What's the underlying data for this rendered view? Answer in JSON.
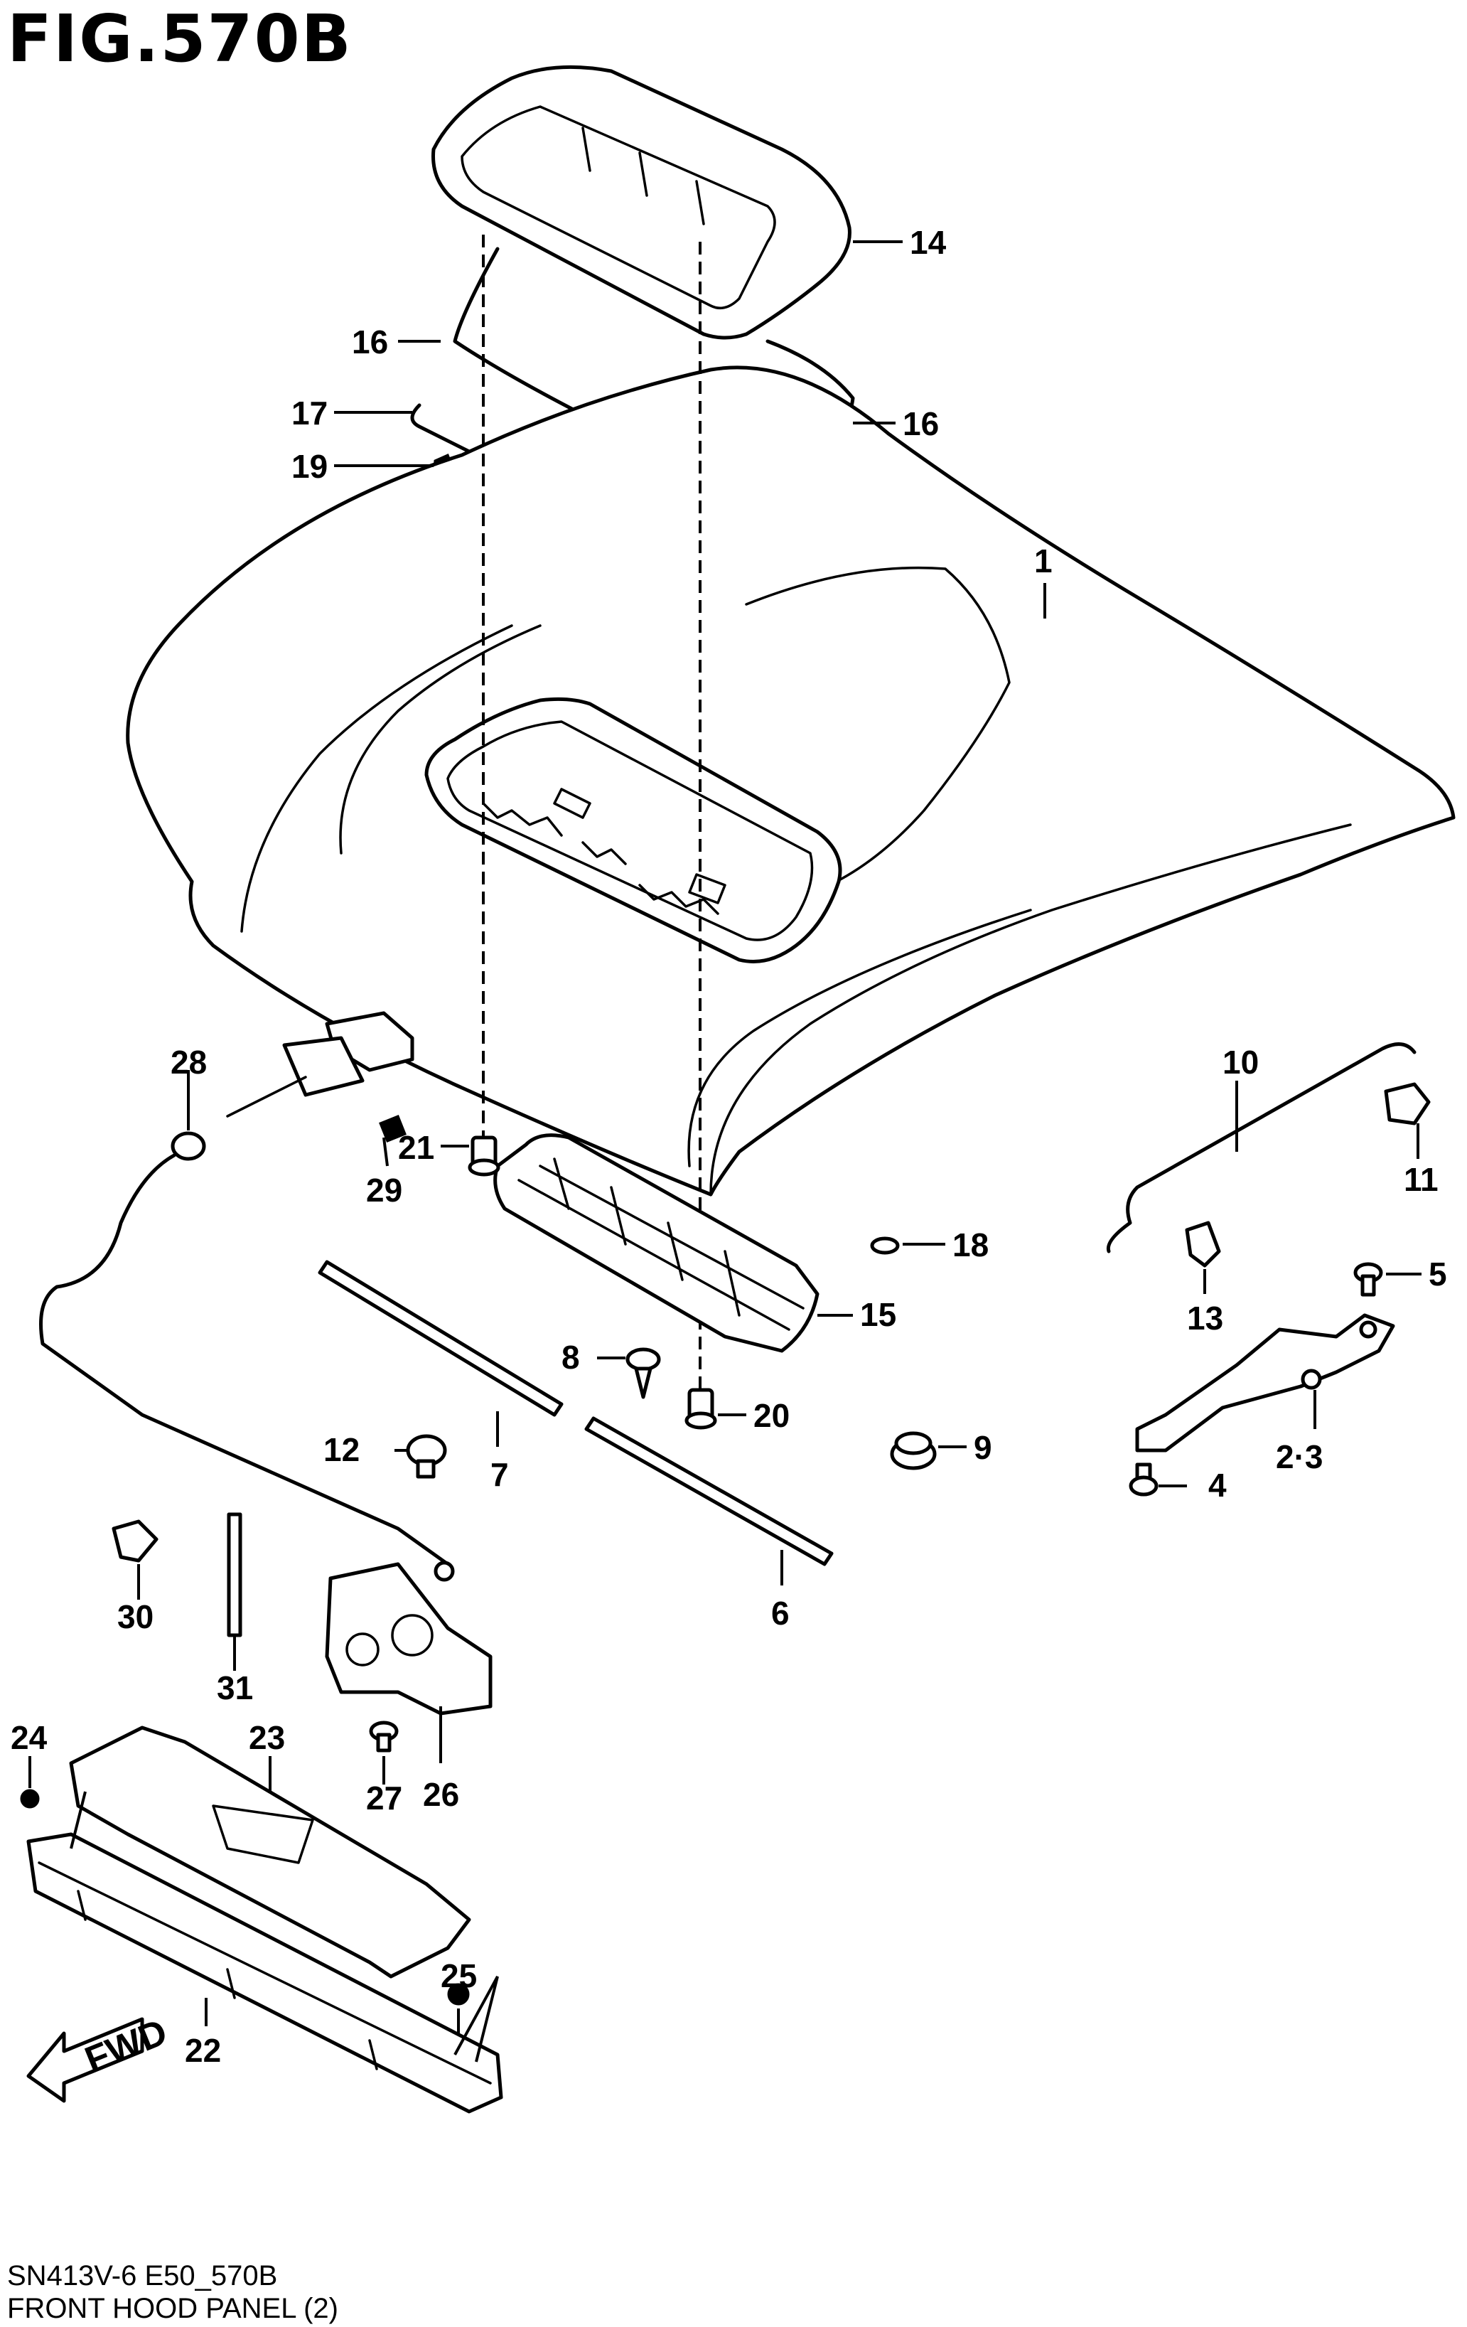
{
  "figure": {
    "title": "FIG.570B",
    "code": "SN413V-6 E50_570B",
    "name": "FRONT HOOD PANEL (2)"
  },
  "direction_label": "FWD",
  "callouts": [
    {
      "id": "c1",
      "label": "1"
    },
    {
      "id": "c2-3",
      "label": "2·3"
    },
    {
      "id": "c4",
      "label": "4"
    },
    {
      "id": "c5",
      "label": "5"
    },
    {
      "id": "c6",
      "label": "6"
    },
    {
      "id": "c7",
      "label": "7"
    },
    {
      "id": "c8",
      "label": "8"
    },
    {
      "id": "c9",
      "label": "9"
    },
    {
      "id": "c10",
      "label": "10"
    },
    {
      "id": "c11",
      "label": "11"
    },
    {
      "id": "c12",
      "label": "12"
    },
    {
      "id": "c13",
      "label": "13"
    },
    {
      "id": "c14",
      "label": "14"
    },
    {
      "id": "c15",
      "label": "15"
    },
    {
      "id": "c16a",
      "label": "16"
    },
    {
      "id": "c16b",
      "label": "16"
    },
    {
      "id": "c17",
      "label": "17"
    },
    {
      "id": "c18",
      "label": "18"
    },
    {
      "id": "c19",
      "label": "19"
    },
    {
      "id": "c20",
      "label": "20"
    },
    {
      "id": "c21",
      "label": "21"
    },
    {
      "id": "c22",
      "label": "22"
    },
    {
      "id": "c23",
      "label": "23"
    },
    {
      "id": "c24",
      "label": "24"
    },
    {
      "id": "c25",
      "label": "25"
    },
    {
      "id": "c26",
      "label": "26"
    },
    {
      "id": "c27",
      "label": "27"
    },
    {
      "id": "c28",
      "label": "28"
    },
    {
      "id": "c29",
      "label": "29"
    },
    {
      "id": "c30",
      "label": "30"
    },
    {
      "id": "c31",
      "label": "31"
    }
  ]
}
